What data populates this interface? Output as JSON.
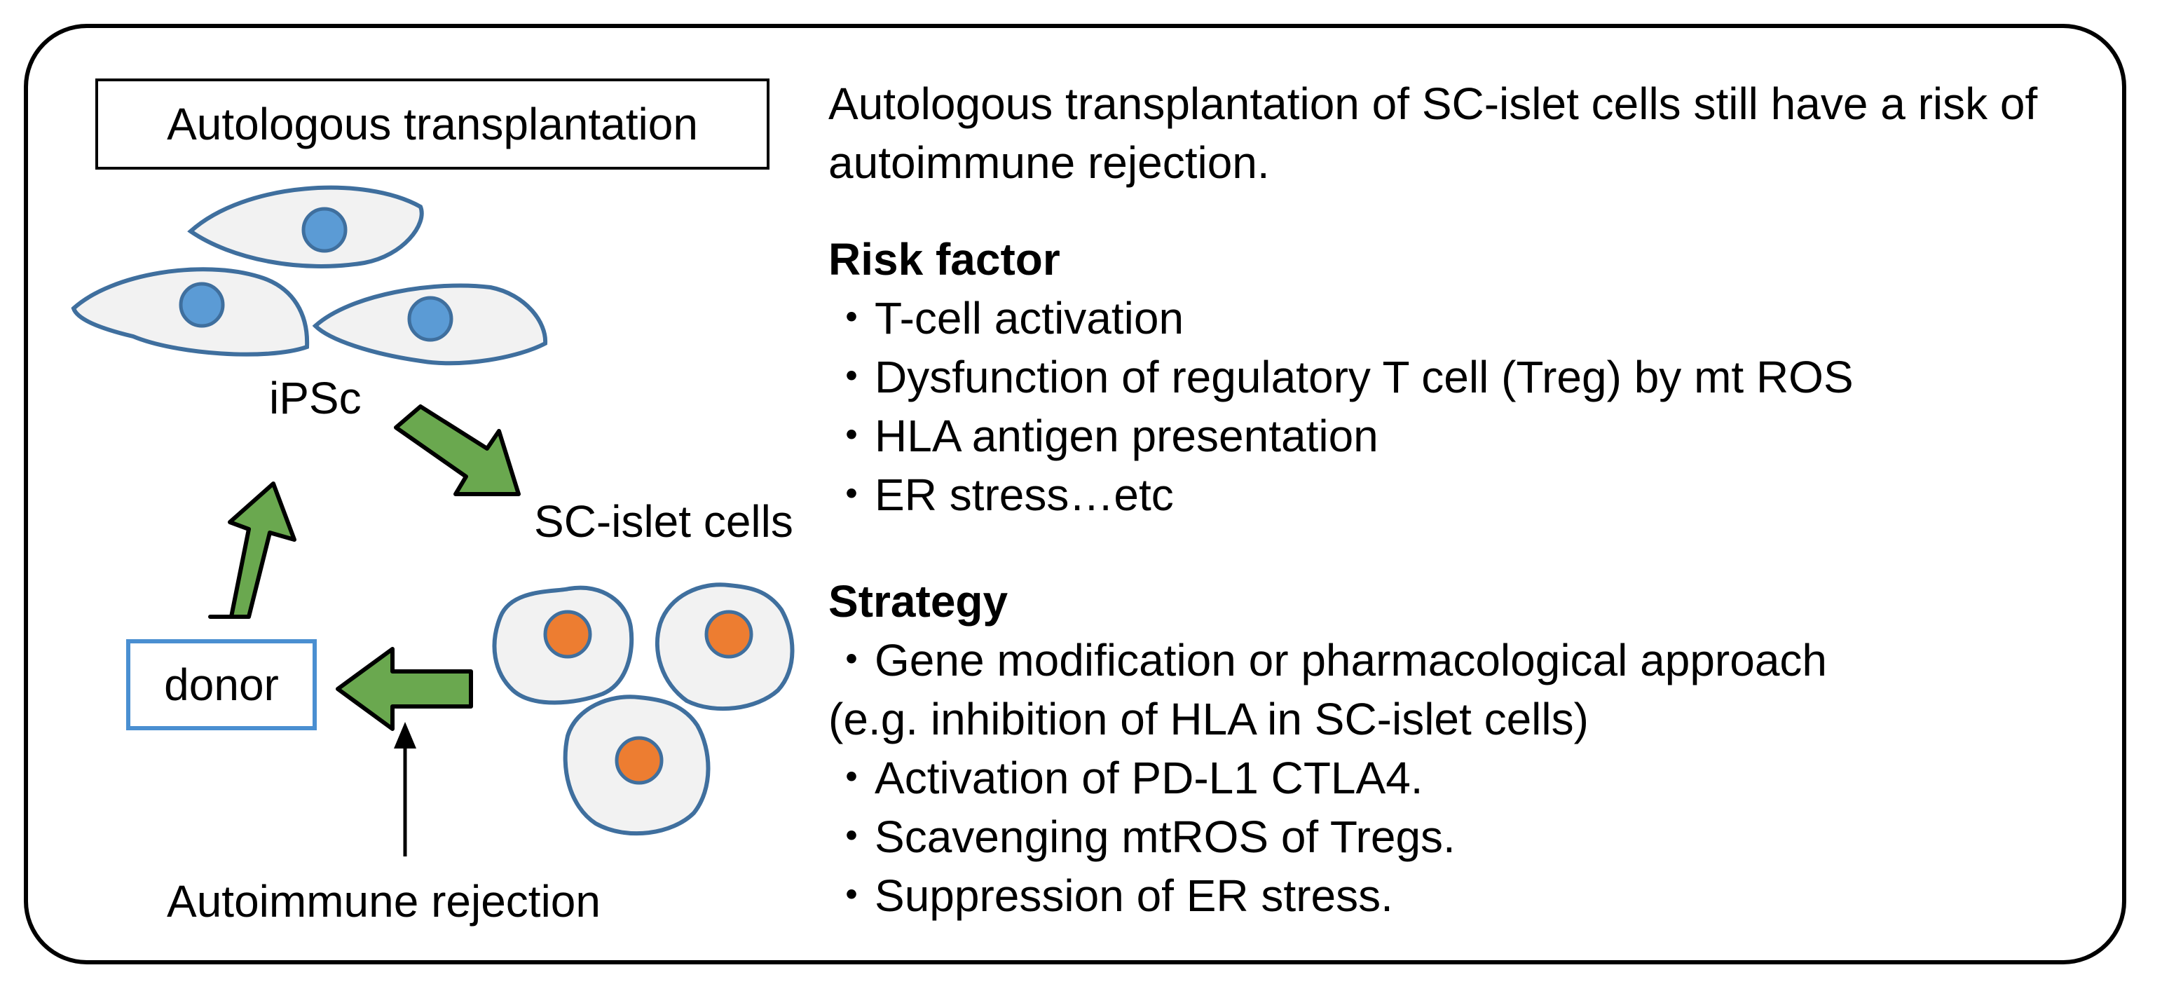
{
  "left_panel": {
    "title": "Autologous transplantation",
    "ipsc_label": "iPSc",
    "sc_islet_label": "SC-islet cells",
    "donor_label": "donor",
    "rejection_label": "Autoimmune rejection"
  },
  "right_panel": {
    "intro": "Autologous transplantation of SC-islet cells still have a risk of autoimmune rejection.",
    "risk_heading": "Risk factor",
    "risk_items": [
      "T-cell activation",
      "Dysfunction of regulatory T cell (Treg) by mt ROS",
      "HLA antigen presentation",
      "ER stress…etc"
    ],
    "strategy_heading": "Strategy",
    "strategy_item_1": "Gene modification or pharmacological approach",
    "strategy_note": "(e.g. inhibition of HLA in SC-islet cells)",
    "strategy_items": [
      "Activation of PD-L1 CTLA4.",
      "Scavenging mtROS of Tregs.",
      "Suppression of ER stress."
    ],
    "bullet": "・"
  },
  "colors": {
    "arrow_fill": "#6aa84f",
    "cell_outline": "#3f6f9e",
    "cell_fill": "#f2f2f2",
    "ipsc_nucleus": "#5b9bd5",
    "islet_nucleus": "#ed7d31",
    "donor_border": "#4a8fd1"
  }
}
